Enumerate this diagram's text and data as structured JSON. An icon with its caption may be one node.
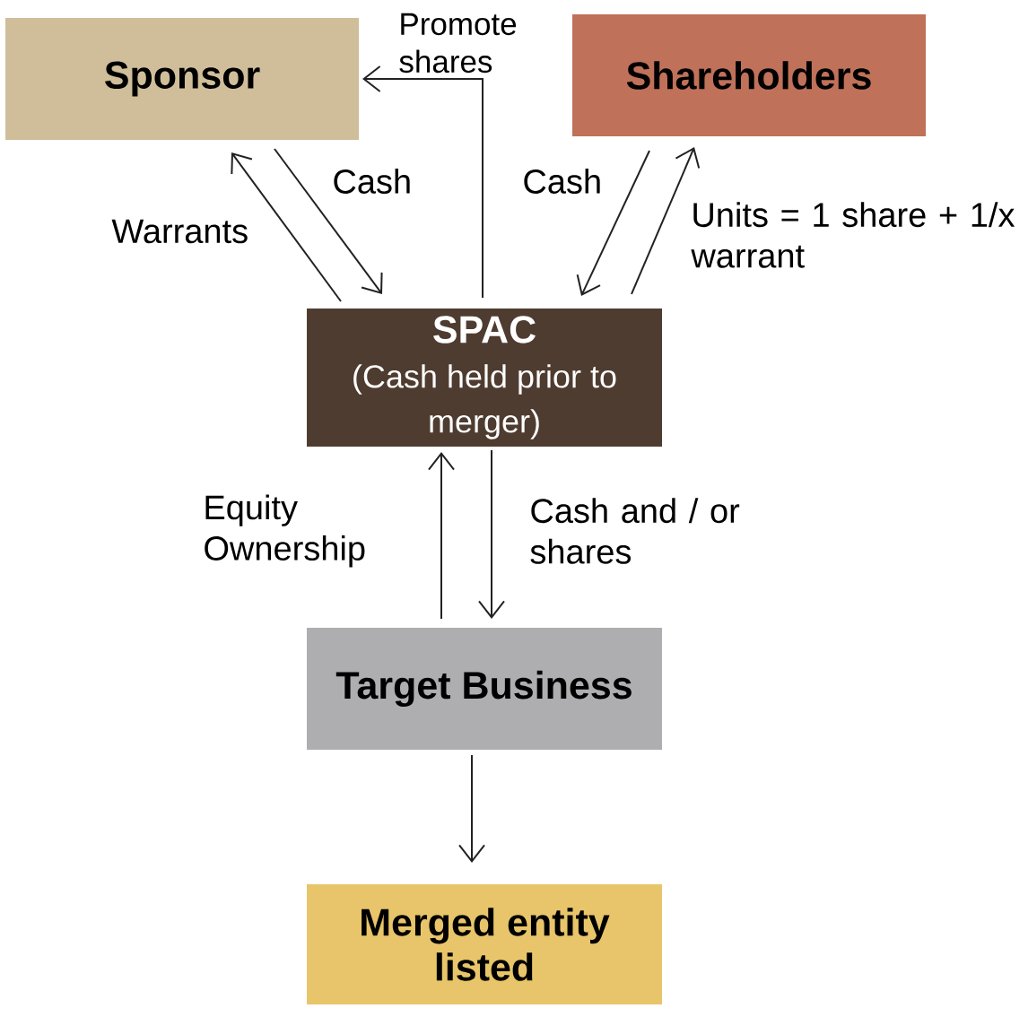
{
  "diagram": {
    "nodes": [
      {
        "text": [
          "Sponsor"
        ]
      },
      {
        "text": [
          "Shareholders"
        ]
      },
      {
        "text": [
          "SPAC",
          "(Cash held prior to merger)"
        ]
      },
      {
        "text": [
          "Target Business"
        ]
      },
      {
        "text": [
          "Merged entity listed"
        ]
      }
    ],
    "edges": [
      {
        "from": 2,
        "to": 0,
        "arrow": "to",
        "label": "Warrants"
      },
      {
        "from": 0,
        "to": 2,
        "arrow": "to",
        "label": "Cash"
      },
      {
        "from": 2,
        "to": 0,
        "arrow": "to",
        "label": "Promote shares"
      },
      {
        "from": 1,
        "to": 2,
        "arrow": "to",
        "label": "Cash"
      },
      {
        "from": 2,
        "to": 1,
        "arrow": "to",
        "label": "Units = 1 share + 1/x warrant"
      },
      {
        "from": 3,
        "to": 2,
        "arrow": "to",
        "label": "Equity Ownership"
      },
      {
        "from": 2,
        "to": 3,
        "arrow": "to",
        "label": "Cash and / or shares"
      },
      {
        "from": 3,
        "to": 4,
        "arrow": "to"
      }
    ]
  }
}
